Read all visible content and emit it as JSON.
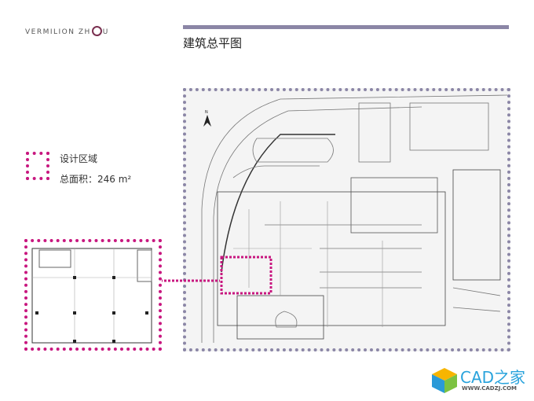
{
  "logo": {
    "text_left": "VERMILION ZH",
    "text_right": "U"
  },
  "title": "建筑总平图",
  "legend": {
    "label": "设计区域",
    "area": "总面积：246 m²"
  },
  "colors": {
    "accent": "#8b86a6",
    "highlight": "#c8177f"
  },
  "watermark": {
    "brand": "CAD之家",
    "url": "WWW.CADZJ.COM"
  },
  "plan": {
    "north_label": "N"
  }
}
